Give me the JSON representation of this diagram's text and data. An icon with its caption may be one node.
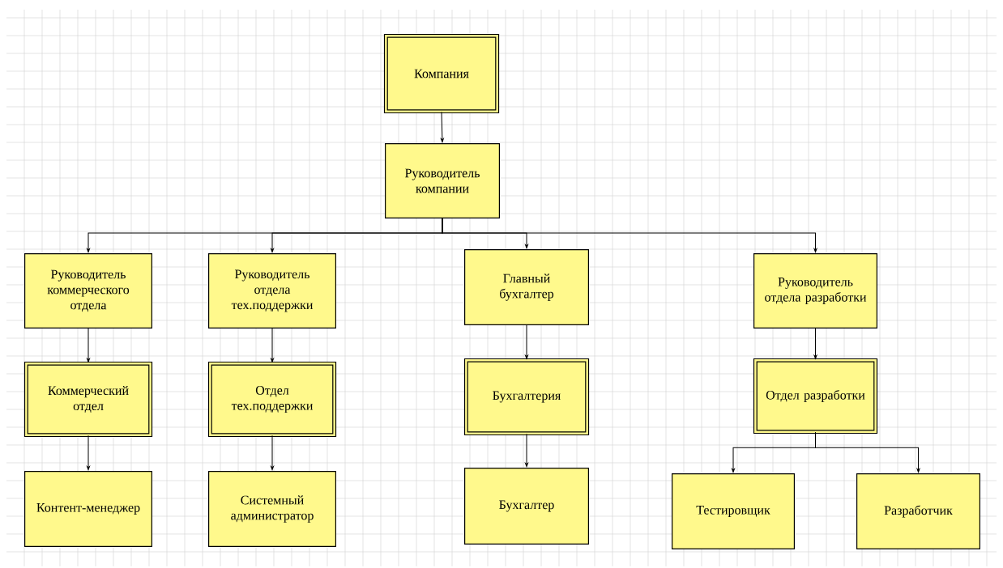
{
  "diagram": {
    "nodes": [
      {
        "text": [
          "Компания"
        ]
      },
      {
        "text": [
          "Руководитель компании"
        ]
      },
      {
        "text": [
          "Руководитель коммерческого отдела"
        ]
      },
      {
        "text": [
          "Руководитель отдела тех.поддержки"
        ]
      },
      {
        "text": [
          "Главный бухгалтер"
        ]
      },
      {
        "text": [
          "Руководитель отдела разработки"
        ]
      },
      {
        "text": [
          "Коммерческий отдел"
        ]
      },
      {
        "text": [
          "Отдел тех.поддержки"
        ]
      },
      {
        "text": [
          "Бухгалтерия"
        ]
      },
      {
        "text": [
          "Отдел разработки"
        ]
      },
      {
        "text": [
          "Контент-менеджер"
        ]
      },
      {
        "text": [
          "Системный администратор"
        ]
      },
      {
        "text": [
          "Бухгалтер"
        ]
      },
      {
        "text": [
          "Тестировщик"
        ]
      },
      {
        "text": [
          "Разработчик"
        ]
      }
    ],
    "edges": [
      {
        "from": 0,
        "to": 1,
        "arrow": "to"
      },
      {
        "from": 1,
        "to": 2,
        "arrow": "to"
      },
      {
        "from": 1,
        "to": 3,
        "arrow": "to"
      },
      {
        "from": 1,
        "to": 4,
        "arrow": "to"
      },
      {
        "from": 1,
        "to": 5,
        "arrow": "to"
      },
      {
        "from": 2,
        "to": 6,
        "arrow": "to"
      },
      {
        "from": 3,
        "to": 7,
        "arrow": "to"
      },
      {
        "from": 4,
        "to": 8,
        "arrow": "to"
      },
      {
        "from": 5,
        "to": 9,
        "arrow": "to"
      },
      {
        "from": 6,
        "to": 10,
        "arrow": "to"
      },
      {
        "from": 7,
        "to": 11,
        "arrow": "to"
      },
      {
        "from": 8,
        "to": 12,
        "arrow": "to"
      },
      {
        "from": 9,
        "to": 13,
        "arrow": "to"
      },
      {
        "from": 9,
        "to": 14,
        "arrow": "to"
      }
    ]
  }
}
